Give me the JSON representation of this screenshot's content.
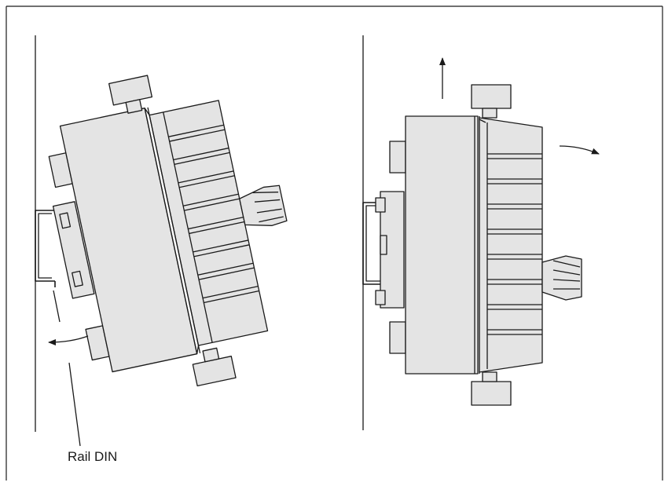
{
  "diagram": {
    "labels": {
      "rail": "Rail DIN"
    },
    "colors": {
      "housing_fill": "#e4e4e4",
      "line": "#1a1a1a",
      "background": "#ffffff"
    },
    "panels": [
      {
        "name": "removing-tilted",
        "motion": [
          "rotate-counterclockwise-away-from-rail"
        ]
      },
      {
        "name": "unlocking-upright",
        "motion": [
          "pull-up",
          "rotate-clockwise"
        ]
      }
    ]
  }
}
